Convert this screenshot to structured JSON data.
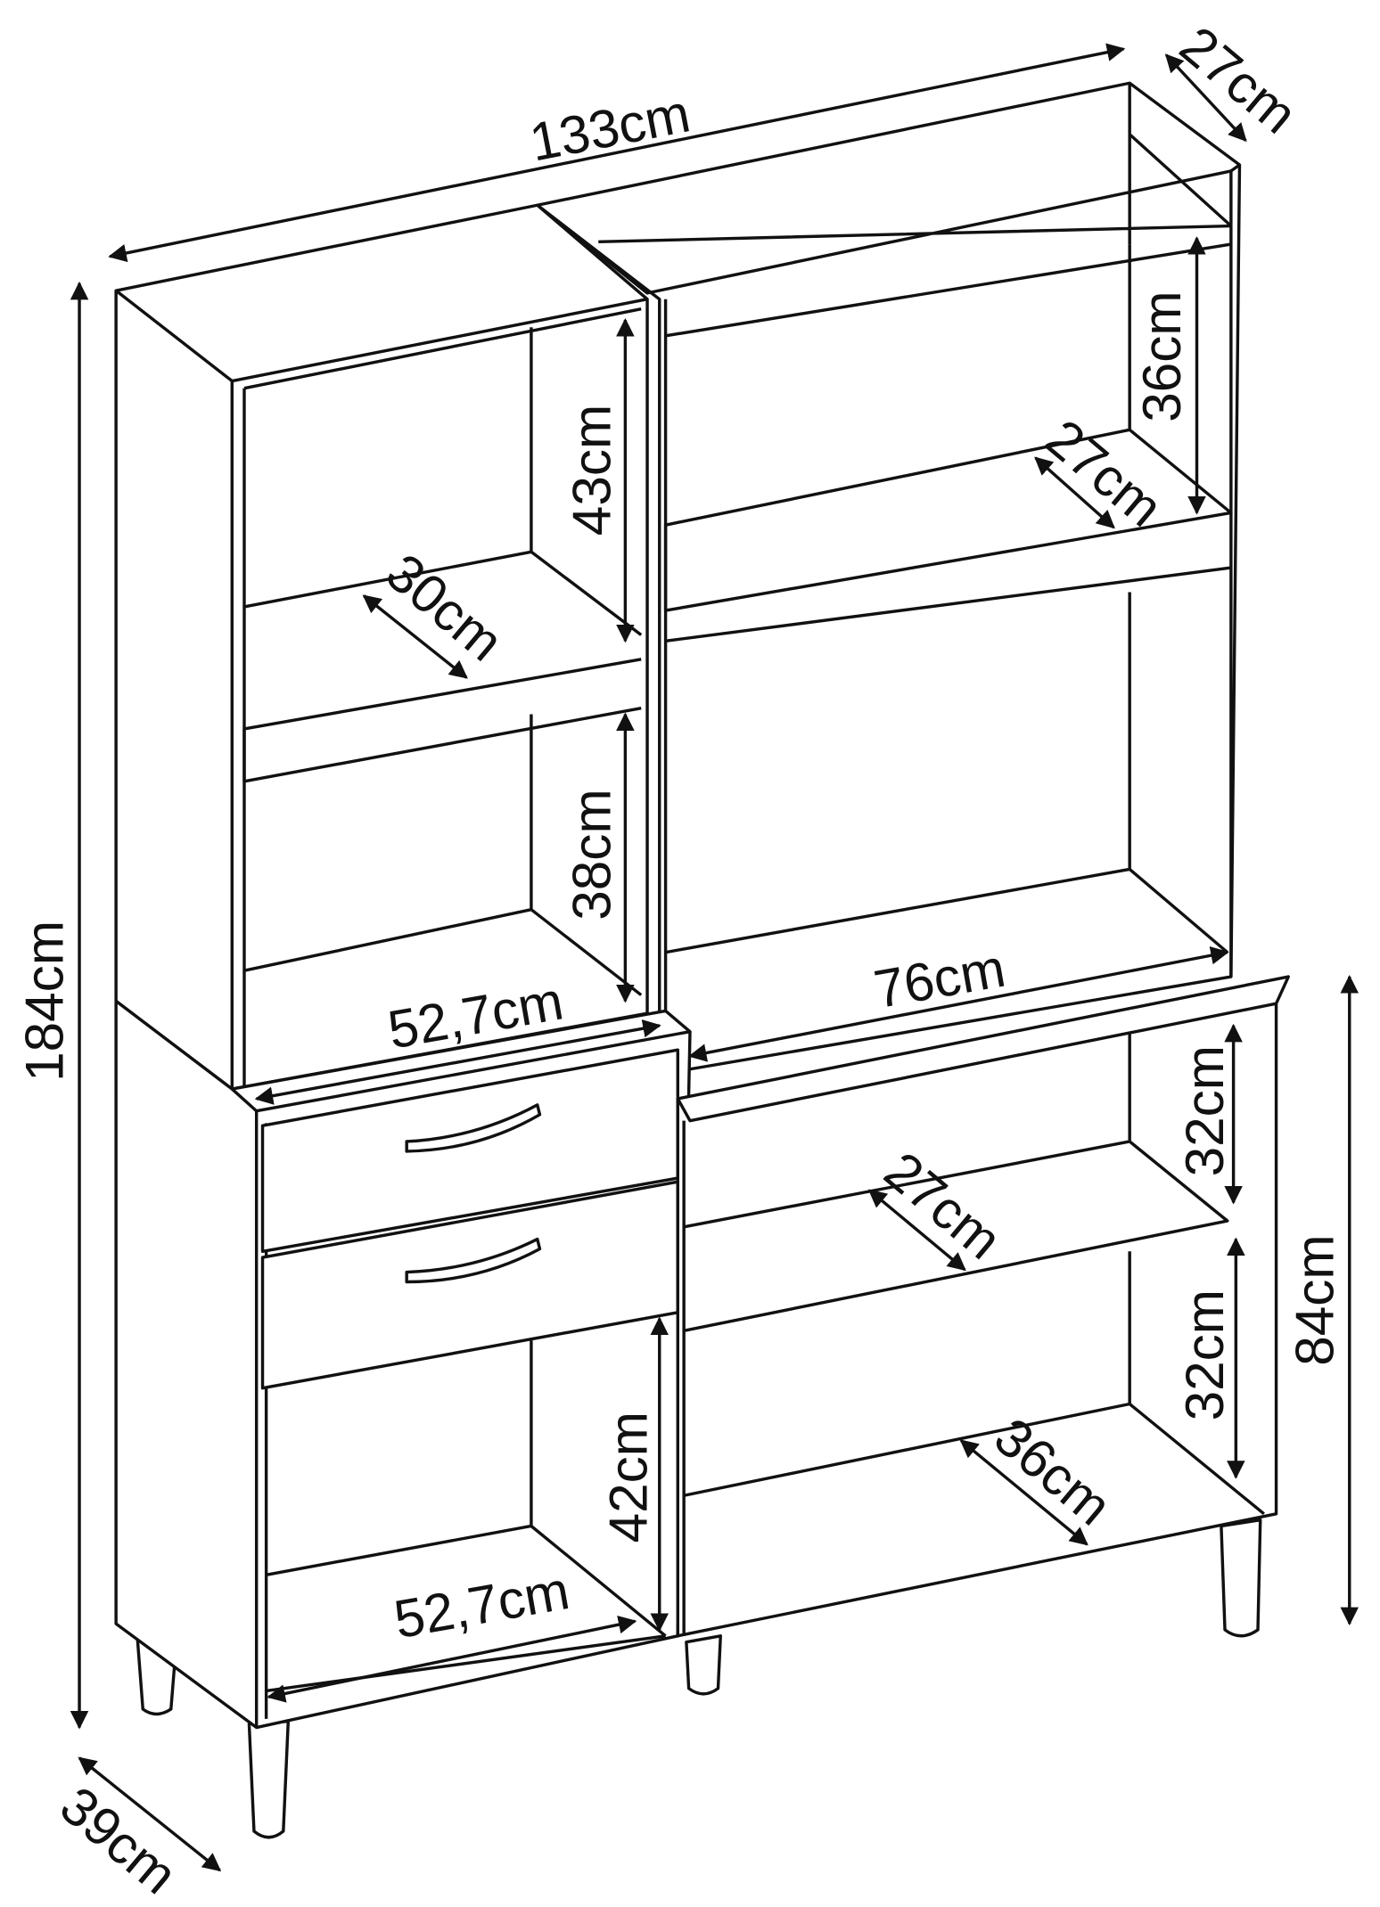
{
  "title": "Kitchen cabinet dimensions",
  "dimensions": {
    "total_width": "133cm",
    "top_depth": "27cm",
    "total_height": "184cm",
    "left_upper_niche_height": "43cm",
    "left_upper_shelf_depth": "30cm",
    "left_middle_niche_height": "38cm",
    "right_upper_niche_height": "36cm",
    "right_upper_shelf_depth": "27cm",
    "left_counter_width": "52,7cm",
    "right_counter_width": "76cm",
    "right_lower_upper_height": "32cm",
    "right_lower_shelf_depth": "27cm",
    "right_lower_lower_height": "32cm",
    "right_bottom_depth": "36cm",
    "base_height": "84cm",
    "left_lower_niche_height": "42cm",
    "left_bottom_width": "52,7cm",
    "base_depth": "39cm"
  }
}
